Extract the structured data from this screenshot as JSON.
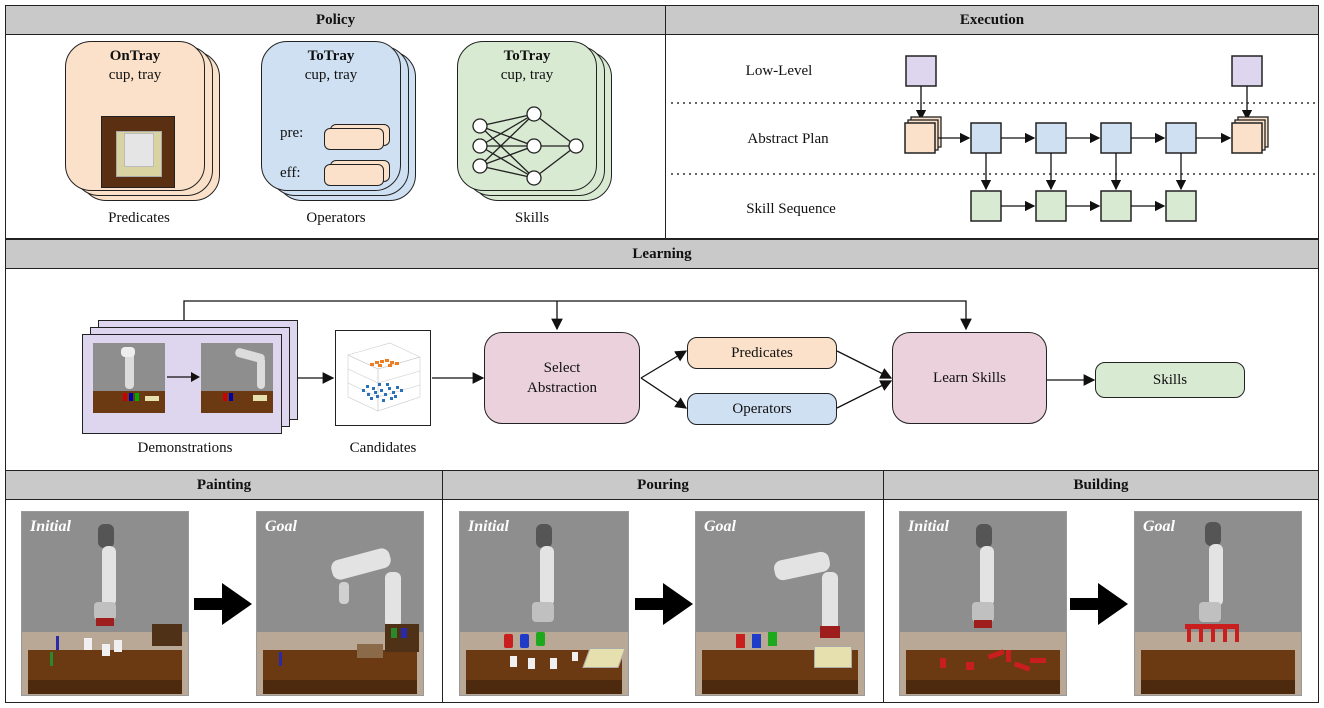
{
  "policy": {
    "title": "Policy",
    "cards": [
      {
        "bold": "OnTray",
        "args": "cup, tray",
        "caption": "Predicates",
        "color": "#fbe1c9"
      },
      {
        "bold": "ToTray",
        "args": "cup, tray",
        "caption": "Operators",
        "color": "#cfe0f3",
        "pre": "pre:",
        "eff": "eff:"
      },
      {
        "bold": "ToTray",
        "args": "cup, tray",
        "caption": "Skills",
        "color": "#d9ead3"
      }
    ]
  },
  "execution": {
    "title": "Execution",
    "rows": [
      "Low-Level",
      "Abstract Plan",
      "Skill Sequence"
    ]
  },
  "learning": {
    "title": "Learning",
    "demonstrations": "Demonstrations",
    "candidates": "Candidates",
    "select": "Select\nAbstraction",
    "predicates": "Predicates",
    "operators": "Operators",
    "learn": "Learn Skills",
    "skills": "Skills"
  },
  "tasks": [
    {
      "title": "Painting",
      "initial": "Initial",
      "goal": "Goal"
    },
    {
      "title": "Pouring",
      "initial": "Initial",
      "goal": "Goal"
    },
    {
      "title": "Building",
      "initial": "Initial",
      "goal": "Goal"
    }
  ],
  "colors": {
    "orange": "#fbe1c9",
    "blue": "#cfe0f3",
    "green": "#d9ead3",
    "purple": "#ddd6ee",
    "pink": "#ead1dc",
    "header": "#c9c9c9",
    "table": "#6b3a12",
    "wall": "#8e8e8e"
  }
}
